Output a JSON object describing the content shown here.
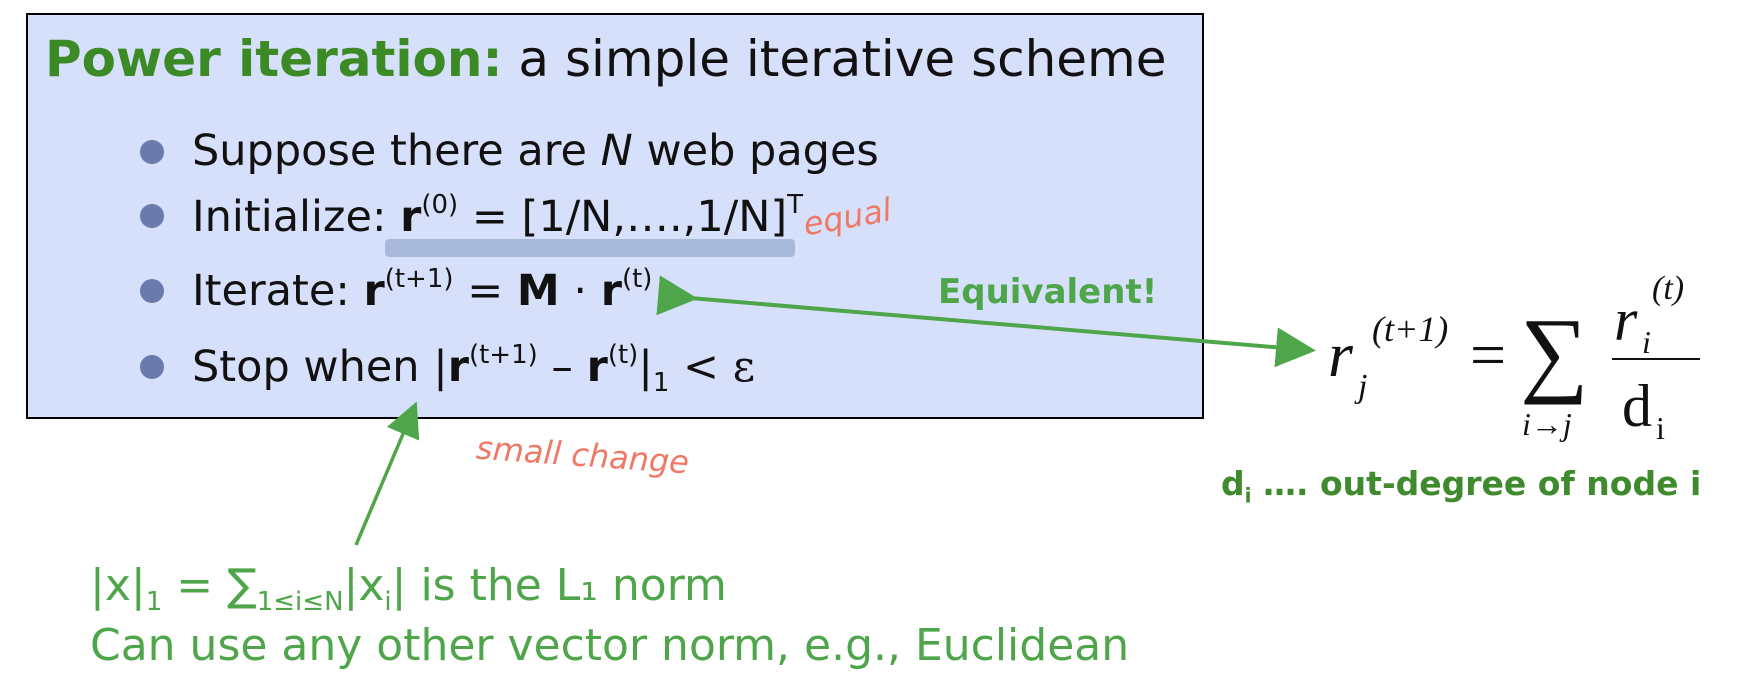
{
  "box": {
    "title_accent": "Power iteration:",
    "title_rest": "a simple iterative scheme",
    "bullets": [
      {
        "pre": "Suppose there are ",
        "var": "N",
        "post": " web pages"
      },
      {
        "pre": "Initialize: ",
        "r": "r",
        "sup": "(0)",
        "post": " = [1/N,….,1/N]",
        "sup2": "T"
      },
      {
        "pre": "Iterate: ",
        "r": "r",
        "sup": "(t+1)",
        "mid": " = ",
        "M": "M",
        "dot": " · ",
        "r2": "r",
        "sup2": "(t)"
      },
      {
        "pre": "Stop when ",
        "bar": "|",
        "r": "r",
        "sup": "(t+1)",
        "minus": " – ",
        "r2": "r",
        "sup2": "(t)",
        "bar2": "|",
        "sub": "1",
        "lt": " < ",
        "eps": "ε"
      }
    ]
  },
  "annotations": {
    "equal": "equal",
    "small_change": "small change",
    "equivalent": "Equivalent!"
  },
  "formula": {
    "lhs_r": "r",
    "lhs_sub": "j",
    "lhs_sup": "(t+1)",
    "eq": "=",
    "sum": "∑",
    "sum_sub": "i→j",
    "num_r": "r",
    "num_sub": "i",
    "num_sup": "(t)",
    "den": "d",
    "den_sub": "i"
  },
  "degree_note": {
    "d": "d",
    "sub": "i",
    "text": " …. out-degree of node i"
  },
  "norm_note": {
    "line1_a": "|x|",
    "line1_sub1": "1",
    "line1_b": " = ∑",
    "line1_sub2": "1≤i≤N",
    "line1_c": "|x",
    "line1_sub3": "i",
    "line1_d": "| is the L₁ norm",
    "line2": "Can use any other vector norm, e.g., Euclidean"
  },
  "colors": {
    "box_bg": "#d7e0fb",
    "accent_green": "#3b8a25",
    "arrow_green": "#4fa64a",
    "handwriting": "#ee7a66",
    "bullet": "#6b7aad"
  }
}
